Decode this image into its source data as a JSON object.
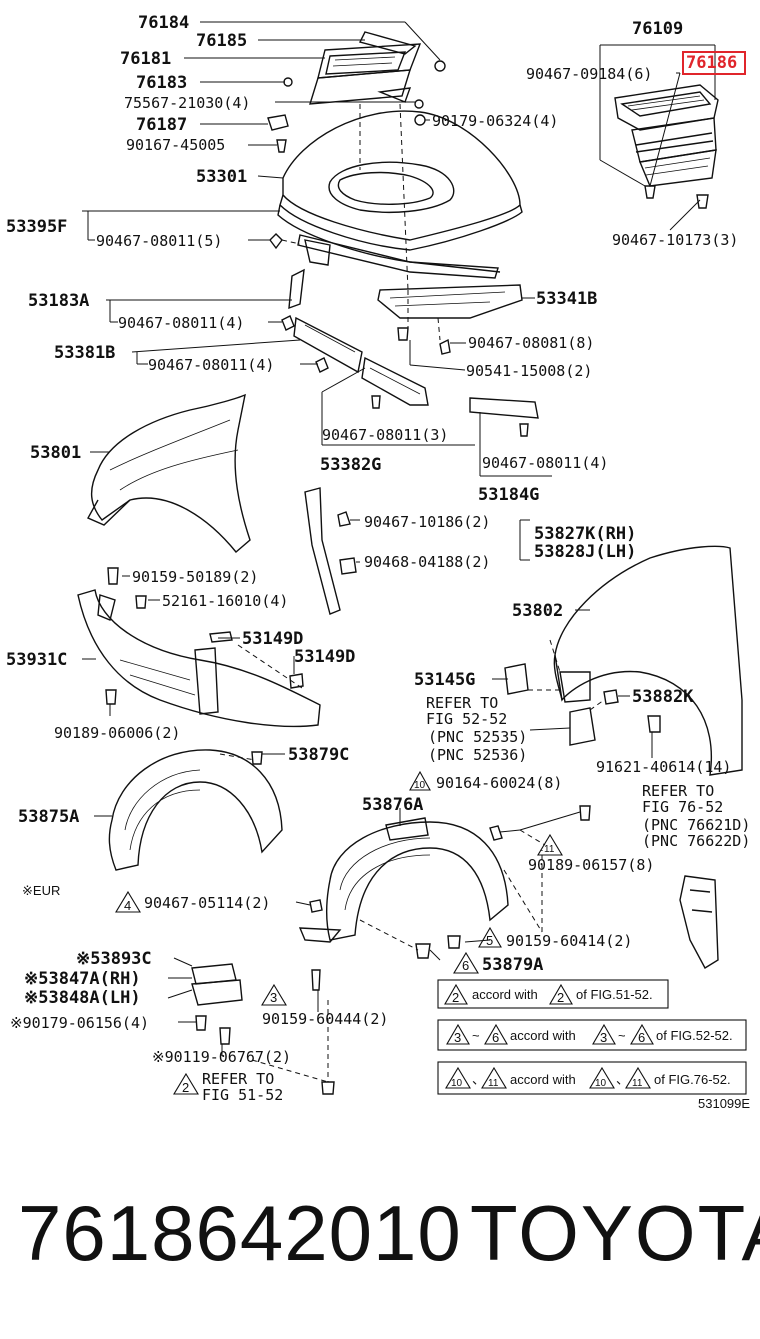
{
  "highlight_color": "#e0252b",
  "labels": {
    "l76184": "76184",
    "l76185": "76185",
    "l76181": "76181",
    "l76183": "76183",
    "l75567": "75567-21030(4)",
    "l76187": "76187",
    "l90167": "90167-45005",
    "l90179a": "90179-06324(4)",
    "l53301": "53301",
    "l53395f": "53395F",
    "l90467_08011_5": "90467-08011(5)",
    "l76109": "76109",
    "l90467_09184": "90467-09184(6)",
    "l76186": "76186",
    "l90467_10173": "90467-10173(3)",
    "l53183a": "53183A",
    "l90467_08011_4a": "90467-08011(4)",
    "l53341b": "53341B",
    "l53381b": "53381B",
    "l90467_08011_4b": "90467-08011(4)",
    "l90467_08081": "90467-08081(8)",
    "l90541": "90541-15008(2)",
    "l90467_08011_3": "90467-08011(3)",
    "l53382g": "53382G",
    "l90467_08011_4c": "90467-08011(4)",
    "l53184g": "53184G",
    "l53801": "53801",
    "l90467_10186": "90467-10186(2)",
    "l53827k": "53827K(RH)",
    "l53828j": "53828J(LH)",
    "l90468": "90468-04188(2)",
    "l90159_50189": "90159-50189(2)",
    "l52161": "52161-16010(4)",
    "l53802": "53802",
    "l53149d_a": "53149D",
    "l53149d_b": "53149D",
    "l53931c": "53931C",
    "l53145g": "53145G",
    "l53882k": "53882K",
    "l90189_06006": "90189-06006(2)",
    "l_refer1": "REFER TO",
    "l_fig5252": "FIG 52-52",
    "l_pnc52535": "(PNC 52535)",
    "l_pnc52536": "(PNC 52536)",
    "l91621": "91621-40614(14)",
    "l53879c": "53879C",
    "l90164": "90164-60024(8)",
    "l53875a": "53875A",
    "l53876a": "53876A",
    "l_refer2": "REFER TO",
    "l_fig7652": "FIG 76-52",
    "l_pnc76621": "(PNC 76621D)",
    "l_pnc76622": "(PNC 76622D)",
    "l90189_06157": "90189-06157(8)",
    "l_eur": "※EUR",
    "l90467_05114": "90467-05114(2)",
    "l90159_60414": "90159-60414(2)",
    "l53879a": "53879A",
    "l53893c": "※53893C",
    "l53847a": "※53847A(RH)",
    "l53848a": "※53848A(LH)",
    "l90179_06156": "※90179-06156(4)",
    "l90159_60444": "90159-60444(2)",
    "l90119": "※90119-06767(2)",
    "l_refer3": "REFER TO",
    "l_fig5152": "FIG 51-52",
    "l_code": "531099E"
  },
  "markers": {
    "m10": "10",
    "m11": "11",
    "m4": "4",
    "m5": "5",
    "m6": "6",
    "m3": "3",
    "m2": "2"
  },
  "legend": {
    "r1_mark": "2",
    "r1_text": "accord with",
    "r1_mark2": "2",
    "r1_tail": "of FIG.51-52.",
    "r2_mark": "3",
    "r2_sep": "~",
    "r2_mark_b": "6",
    "r2_text": "accord with",
    "r2_mark2": "3",
    "r2_sep2": "~",
    "r2_mark2_b": "6",
    "r2_tail": "of FIG.52-52.",
    "r3_mark": "10",
    "r3_sep": "、",
    "r3_mark_b": "11",
    "r3_text": "accord with",
    "r3_mark2": "10",
    "r3_sep2": "、",
    "r3_mark2_b": "11",
    "r3_tail": "of FIG.76-52."
  },
  "footer": {
    "part_number": "7618642010",
    "brand": "TOYOTA"
  }
}
